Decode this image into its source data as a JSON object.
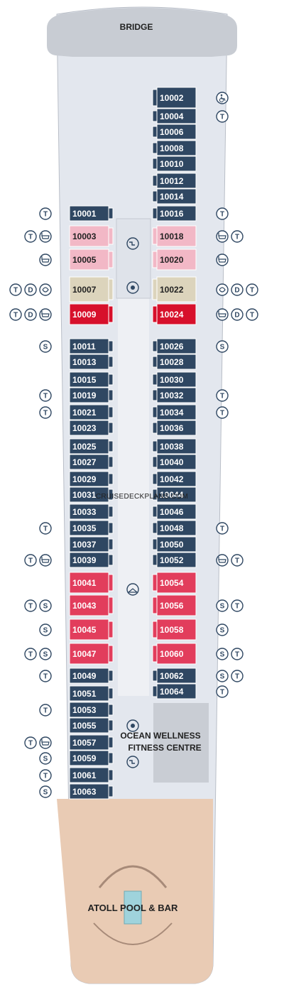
{
  "colors": {
    "hull": "#e3e7ee",
    "bridge": "#c8ccd3",
    "cabin_standard": "#2f4762",
    "cabin_suite_pink": "#f2b8c6",
    "cabin_beige": "#dcd4bc",
    "cabin_red": "#d7102b",
    "cabin_coral": "#e23d5c",
    "pool_deck": "#e9cbb4",
    "pool_water": "#9fd3dc",
    "icon_ring": "#2f4762"
  },
  "labels": {
    "bridge": "BRIDGE",
    "watermark": "CRUISEDECKPLANS.COM",
    "fitness_line1": "OCEAN WELLNESS",
    "fitness_line2": "FITNESS CENTRE",
    "pool": "ATOLL POOL & BAR"
  },
  "icon_kinds": {
    "T": {
      "letter": "T",
      "name": "t-icon"
    },
    "D": {
      "letter": "D",
      "name": "d-icon"
    },
    "S": {
      "letter": "S",
      "name": "s-icon"
    },
    "tub": {
      "name": "bathtub-icon"
    },
    "spa": {
      "name": "spa-icon"
    },
    "acc": {
      "name": "wheelchair-accessible-icon"
    }
  },
  "left_cabins": [
    {
      "num": "10001",
      "color": "cabin_standard",
      "icons": [
        "T"
      ]
    },
    {
      "num": "10003",
      "color": "cabin_suite_pink",
      "icons": [
        "T",
        "tub"
      ]
    },
    {
      "num": "10005",
      "color": "cabin_suite_pink",
      "icons": [
        "tub"
      ]
    },
    {
      "num": "10007",
      "color": "cabin_beige",
      "icons": [
        "T",
        "D",
        "spa"
      ]
    },
    {
      "num": "10009",
      "color": "cabin_red",
      "icons": [
        "T",
        "D",
        "tub"
      ]
    },
    {
      "num": "10011",
      "color": "cabin_standard",
      "icons": [
        "S"
      ]
    },
    {
      "num": "10013",
      "color": "cabin_standard",
      "icons": []
    },
    {
      "num": "10015",
      "color": "cabin_standard",
      "icons": []
    },
    {
      "num": "10019",
      "color": "cabin_standard",
      "icons": [
        "T"
      ]
    },
    {
      "num": "10021",
      "color": "cabin_standard",
      "icons": [
        "T"
      ]
    },
    {
      "num": "10023",
      "color": "cabin_standard",
      "icons": []
    },
    {
      "num": "10025",
      "color": "cabin_standard",
      "icons": []
    },
    {
      "num": "10027",
      "color": "cabin_standard",
      "icons": []
    },
    {
      "num": "10029",
      "color": "cabin_standard",
      "icons": []
    },
    {
      "num": "10031",
      "color": "cabin_standard",
      "icons": []
    },
    {
      "num": "10033",
      "color": "cabin_standard",
      "icons": []
    },
    {
      "num": "10035",
      "color": "cabin_standard",
      "icons": [
        "T"
      ]
    },
    {
      "num": "10037",
      "color": "cabin_standard",
      "icons": []
    },
    {
      "num": "10039",
      "color": "cabin_standard",
      "icons": [
        "T",
        "tub"
      ]
    },
    {
      "num": "10041",
      "color": "cabin_coral",
      "icons": []
    },
    {
      "num": "10043",
      "color": "cabin_coral",
      "icons": [
        "T",
        "S"
      ]
    },
    {
      "num": "10045",
      "color": "cabin_coral",
      "icons": [
        "S"
      ]
    },
    {
      "num": "10047",
      "color": "cabin_coral",
      "icons": [
        "T",
        "S"
      ]
    },
    {
      "num": "10049",
      "color": "cabin_standard",
      "icons": [
        "T"
      ]
    },
    {
      "num": "10051",
      "color": "cabin_standard",
      "icons": []
    },
    {
      "num": "10053",
      "color": "cabin_standard",
      "icons": [
        "T"
      ]
    },
    {
      "num": "10055",
      "color": "cabin_standard",
      "icons": []
    },
    {
      "num": "10057",
      "color": "cabin_standard",
      "icons": [
        "T",
        "tub"
      ]
    },
    {
      "num": "10059",
      "color": "cabin_standard",
      "icons": [
        "S"
      ]
    },
    {
      "num": "10061",
      "color": "cabin_standard",
      "icons": [
        "T"
      ]
    },
    {
      "num": "10063",
      "color": "cabin_standard",
      "icons": [
        "S"
      ]
    }
  ],
  "right_cabins": [
    {
      "num": "10002",
      "color": "cabin_standard",
      "icons": [
        "acc"
      ]
    },
    {
      "num": "10004",
      "color": "cabin_standard",
      "icons": [
        "T"
      ]
    },
    {
      "num": "10006",
      "color": "cabin_standard",
      "icons": []
    },
    {
      "num": "10008",
      "color": "cabin_standard",
      "icons": []
    },
    {
      "num": "10010",
      "color": "cabin_standard",
      "icons": []
    },
    {
      "num": "10012",
      "color": "cabin_standard",
      "icons": []
    },
    {
      "num": "10014",
      "color": "cabin_standard",
      "icons": []
    },
    {
      "num": "10016",
      "color": "cabin_standard",
      "icons": [
        "T"
      ]
    },
    {
      "num": "10018",
      "color": "cabin_suite_pink",
      "icons": [
        "tub",
        "T"
      ]
    },
    {
      "num": "10020",
      "color": "cabin_suite_pink",
      "icons": [
        "tub"
      ]
    },
    {
      "num": "10022",
      "color": "cabin_beige",
      "icons": [
        "spa",
        "D",
        "T"
      ]
    },
    {
      "num": "10024",
      "color": "cabin_red",
      "icons": [
        "tub",
        "D",
        "T"
      ]
    },
    {
      "num": "10026",
      "color": "cabin_standard",
      "icons": [
        "S"
      ]
    },
    {
      "num": "10028",
      "color": "cabin_standard",
      "icons": []
    },
    {
      "num": "10030",
      "color": "cabin_standard",
      "icons": []
    },
    {
      "num": "10032",
      "color": "cabin_standard",
      "icons": [
        "T"
      ]
    },
    {
      "num": "10034",
      "color": "cabin_standard",
      "icons": [
        "T"
      ]
    },
    {
      "num": "10036",
      "color": "cabin_standard",
      "icons": []
    },
    {
      "num": "10038",
      "color": "cabin_standard",
      "icons": []
    },
    {
      "num": "10040",
      "color": "cabin_standard",
      "icons": []
    },
    {
      "num": "10042",
      "color": "cabin_standard",
      "icons": []
    },
    {
      "num": "10044",
      "color": "cabin_standard",
      "icons": []
    },
    {
      "num": "10046",
      "color": "cabin_standard",
      "icons": []
    },
    {
      "num": "10048",
      "color": "cabin_standard",
      "icons": [
        "T"
      ]
    },
    {
      "num": "10050",
      "color": "cabin_standard",
      "icons": []
    },
    {
      "num": "10052",
      "color": "cabin_standard",
      "icons": [
        "tub",
        "T"
      ]
    },
    {
      "num": "10054",
      "color": "cabin_coral",
      "icons": []
    },
    {
      "num": "10056",
      "color": "cabin_coral",
      "icons": [
        "S",
        "T"
      ]
    },
    {
      "num": "10058",
      "color": "cabin_coral",
      "icons": [
        "S"
      ]
    },
    {
      "num": "10060",
      "color": "cabin_coral",
      "icons": [
        "S",
        "T"
      ]
    },
    {
      "num": "10062",
      "color": "cabin_standard",
      "icons": [
        "S",
        "T"
      ]
    },
    {
      "num": "10064",
      "color": "cabin_standard",
      "icons": [
        "T"
      ]
    }
  ]
}
